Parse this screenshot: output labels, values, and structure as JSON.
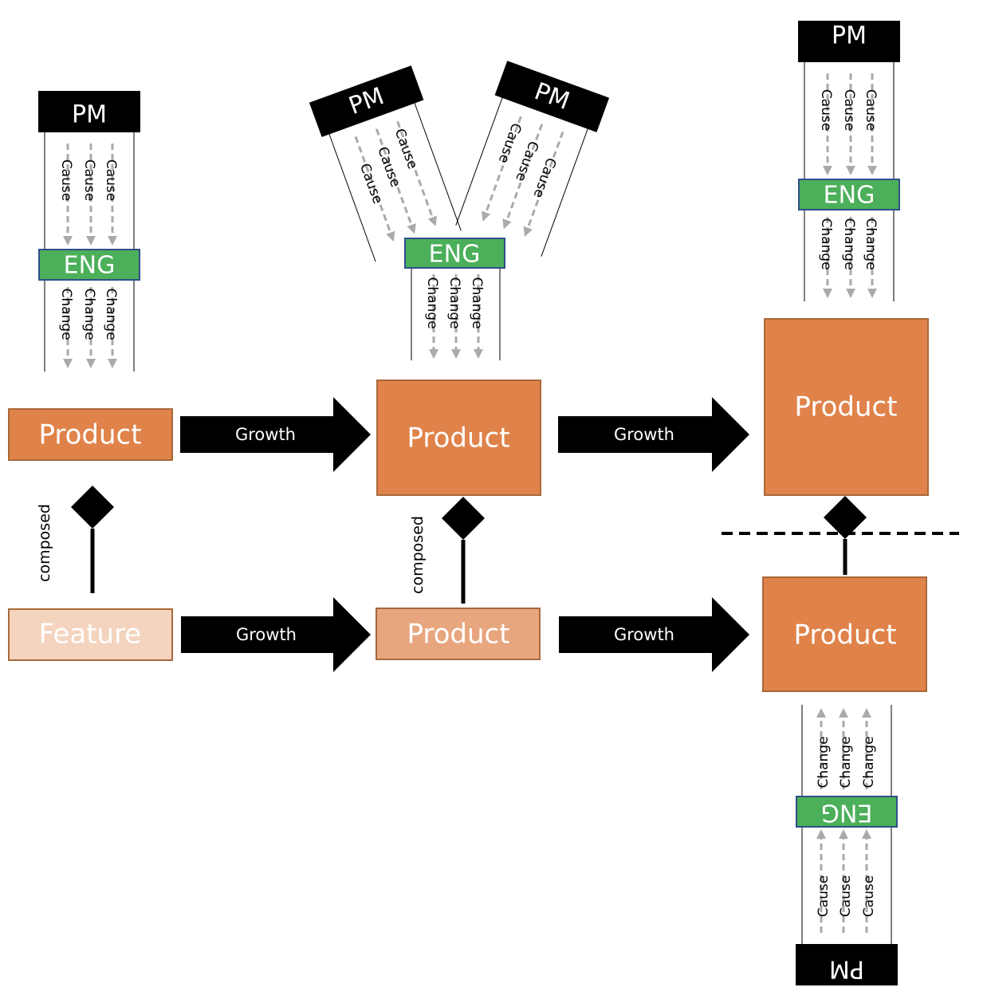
{
  "colors": {
    "product": "#e0834a",
    "product_light": "#e8a67e",
    "feature": "#f4d4be",
    "box_border": "#a8683a",
    "eng": "#4caf5a",
    "eng_border": "#2f4f8a",
    "pm": "#000000",
    "arrow": "#000000",
    "flow_arrow": "#aaaaaa"
  },
  "labels": {
    "pm": "PM",
    "eng": "ENG",
    "cause": "Cause",
    "change": "Change",
    "growth": "Growth",
    "composed": "composed",
    "product": "Product",
    "feature": "Feature"
  },
  "nodes": {
    "row1": [
      "Product",
      "Product",
      "Product"
    ],
    "row2": [
      "Feature",
      "Product",
      "Product"
    ]
  },
  "edges": {
    "growth_arrows": [
      "Growth",
      "Growth",
      "Growth",
      "Growth"
    ],
    "composition": [
      "composed",
      "composed",
      ""
    ]
  },
  "teams": [
    {
      "id": "team-1",
      "pm_count": 1,
      "eng": "ENG",
      "orientation": "down"
    },
    {
      "id": "team-2",
      "pm_count": 2,
      "eng": "ENG",
      "orientation": "down"
    },
    {
      "id": "team-3",
      "pm_count": 1,
      "eng": "ENG",
      "orientation": "down"
    },
    {
      "id": "team-4",
      "pm_count": 1,
      "eng": "ENG",
      "orientation": "up-inverted"
    }
  ]
}
